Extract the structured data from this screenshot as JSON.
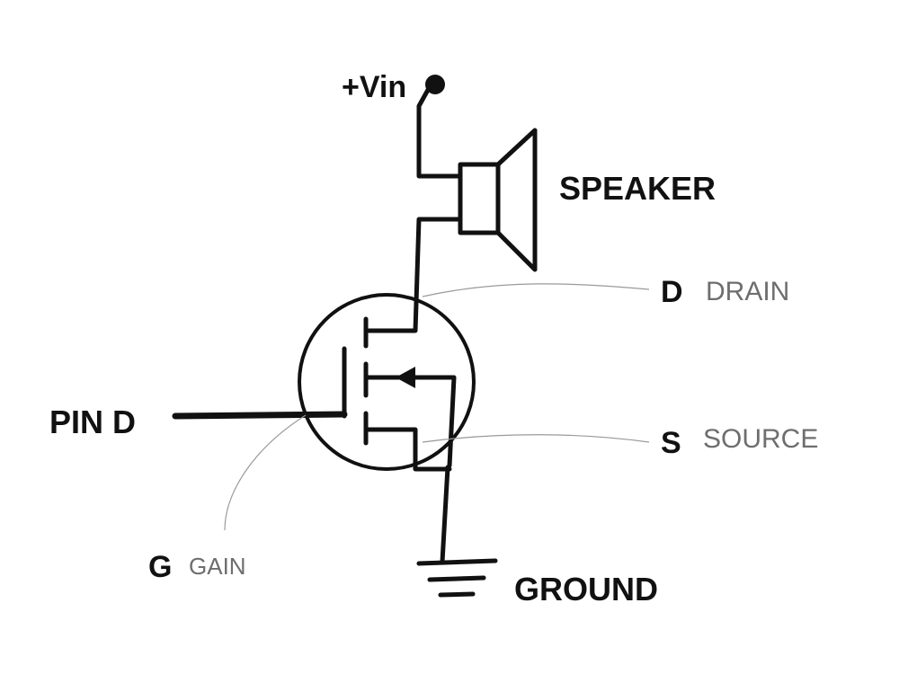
{
  "labels": {
    "vin": "+Vin",
    "speaker": "SPEAKER",
    "pin": "PIN D",
    "ground": "GROUND",
    "drain": {
      "letter": "D",
      "word": "DRAIN"
    },
    "source": {
      "letter": "S",
      "word": "SOURCE"
    },
    "gate": {
      "letter": "G",
      "word": "GAIN"
    }
  },
  "colors": {
    "ink": "#111111",
    "annotation": "#6e6e6e",
    "leader_line": "#9a9a9a",
    "background": "#ffffff"
  }
}
